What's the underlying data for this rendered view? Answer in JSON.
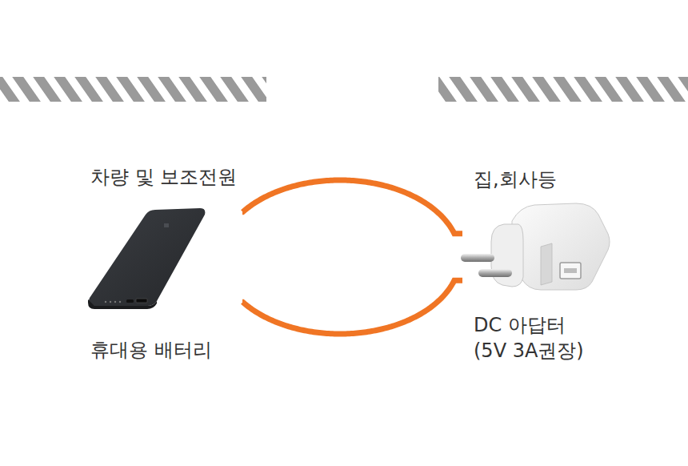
{
  "diagram": {
    "nodes": [
      {
        "text": [
          "차량 및 보조전원",
          "휴대용 배터리"
        ]
      },
      {
        "text": [
          "집,회사등",
          "DC 아답터 (5V 3A권장)"
        ]
      }
    ],
    "edges": [
      {
        "from": 0,
        "to": 1,
        "arrow": "none"
      },
      {
        "from": 0,
        "to": 1,
        "arrow": "none"
      }
    ]
  }
}
